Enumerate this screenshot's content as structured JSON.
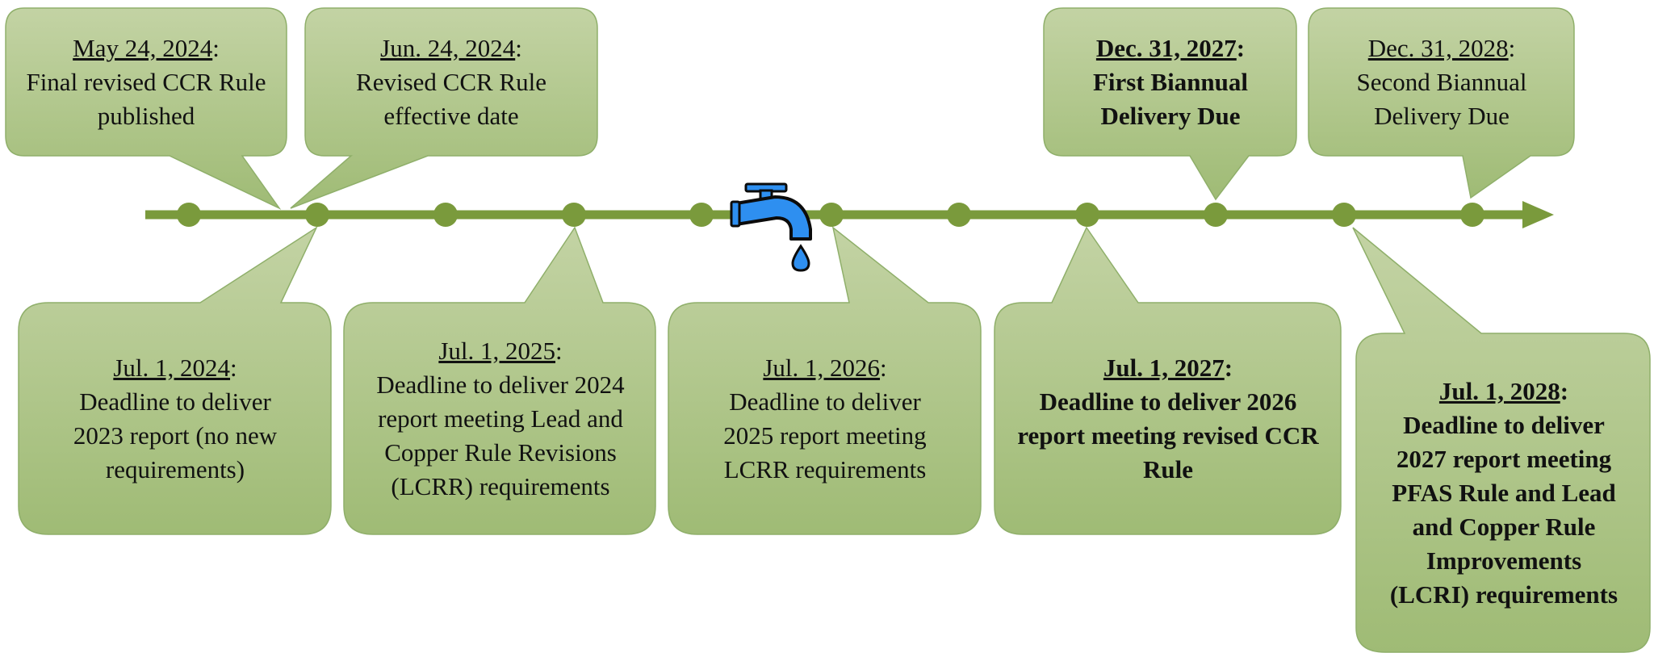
{
  "colors": {
    "callout_fill_top": "#c3d3a4",
    "callout_fill_bottom": "#9fbb75",
    "callout_border": "#8faf6a",
    "timeline": "#7a9a3c",
    "faucet": "#2e8ff0",
    "faucet_outline": "#0b0b0b"
  },
  "icon": "water-faucet-icon",
  "events": [
    {
      "id": "may-2024",
      "date": "May 24, 2024",
      "suffix": ":",
      "description": "Final revised CCR Rule published",
      "bold": false,
      "position": "above"
    },
    {
      "id": "jun-2024",
      "date": "Jun. 24, 2024",
      "suffix": ":",
      "description": "Revised CCR Rule effective date",
      "bold": false,
      "position": "above"
    },
    {
      "id": "dec-2027",
      "date": "Dec. 31, 2027",
      "suffix": ":",
      "description": "First Biannual Delivery Due",
      "bold": true,
      "position": "above"
    },
    {
      "id": "dec-2028",
      "date": "Dec. 31, 2028",
      "suffix": ":",
      "description": "Second Biannual Delivery Due",
      "bold": false,
      "position": "above"
    },
    {
      "id": "jul-2024",
      "date": "Jul. 1, 2024",
      "suffix": ":",
      "description": "Deadline to deliver 2023 report (no new requirements)",
      "bold": false,
      "position": "below"
    },
    {
      "id": "jul-2025",
      "date": "Jul. 1, 2025",
      "suffix": ":",
      "description": "Deadline to deliver 2024 report meeting Lead and Copper Rule Revisions (LCRR) requirements",
      "bold": false,
      "position": "below"
    },
    {
      "id": "jul-2026",
      "date": "Jul. 1, 2026",
      "suffix": ":",
      "description": "Deadline to deliver 2025 report meeting LCRR requirements",
      "bold": false,
      "position": "below"
    },
    {
      "id": "jul-2027",
      "date": "Jul. 1, 2027",
      "suffix": ":",
      "description": "Deadline to deliver 2026 report meeting revised CCR Rule",
      "bold": true,
      "position": "below"
    },
    {
      "id": "jul-2028",
      "date": "Jul. 1, 2028",
      "suffix": ":",
      "description": "Deadline to deliver 2027 report meeting PFAS Rule and Lead and Copper Rule Improvements (LCRI) requirements",
      "bold": true,
      "position": "below"
    }
  ]
}
